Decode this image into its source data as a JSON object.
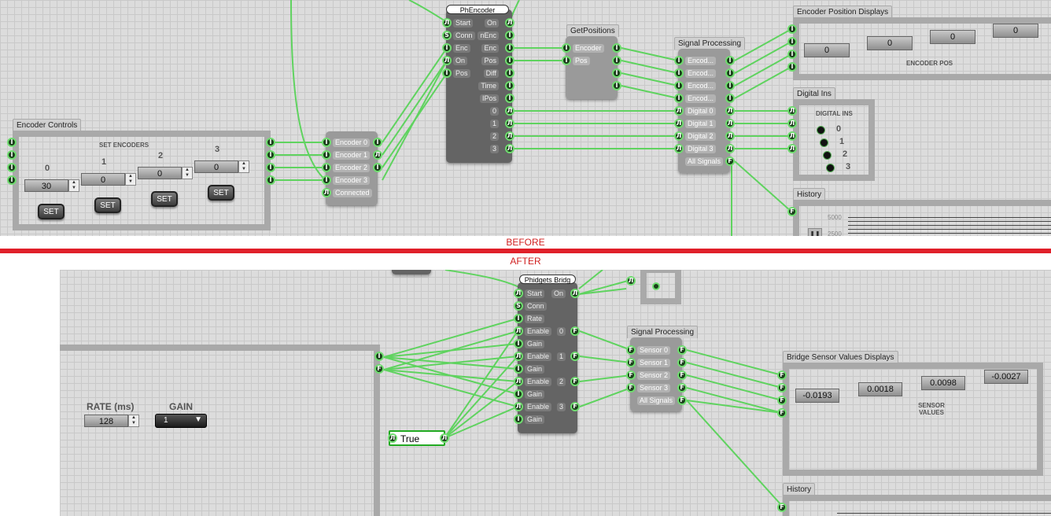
{
  "banner": {
    "before": "BEFORE",
    "after": "AFTER"
  },
  "top": {
    "encoder_controls": {
      "tab": "Encoder Controls",
      "heading": "SET ENCODERS",
      "columns": [
        {
          "label": "0",
          "value": "30",
          "button": "SET"
        },
        {
          "label": "1",
          "value": "0",
          "button": "SET"
        },
        {
          "label": "2",
          "value": "0",
          "button": "SET"
        },
        {
          "label": "3",
          "value": "0",
          "button": "SET"
        }
      ]
    },
    "hub_ports": [
      "Encoder 0",
      "Encoder 1",
      "Encoder 2",
      "Encoder 3",
      "Connected"
    ],
    "phencoder": {
      "title": "PhEncoder",
      "inputs": [
        "Start",
        "Conn",
        "Enc",
        "On",
        "Pos"
      ],
      "outputs": [
        "On",
        "nEnc",
        "Enc",
        "Pos",
        "Diff",
        "Time",
        "IPos",
        "0",
        "1",
        "2",
        "3"
      ]
    },
    "get_positions": {
      "tab": "GetPositions",
      "ports": [
        "Encoder",
        "Pos"
      ]
    },
    "signal_processing": {
      "tab": "Signal Processing",
      "ports": [
        "Encod...",
        "Encod...",
        "Encod...",
        "Encod...",
        "Digital 0",
        "Digital 1",
        "Digital 2",
        "Digital 3",
        "All Signals"
      ]
    },
    "encoder_displays": {
      "tab": "Encoder Position Displays",
      "values": [
        "0",
        "0",
        "0",
        "0"
      ],
      "caption": "ENCODER POS"
    },
    "digital_ins": {
      "tab": "Digital Ins",
      "caption": "DIGITAL INS",
      "items": [
        "0",
        "1",
        "2",
        "3"
      ]
    },
    "history": {
      "tab": "History",
      "ticks": [
        "5000",
        "2500"
      ]
    }
  },
  "bottom": {
    "rate": {
      "label": "RATE (ms)",
      "value": "128"
    },
    "gain": {
      "label": "GAIN",
      "value": "1"
    },
    "bool_node": {
      "value": "True"
    },
    "bridge": {
      "title": "Phidgets Bridg",
      "inputs": [
        "Start",
        "Conn",
        "Rate",
        "Enable",
        "Gain",
        "Enable",
        "Gain",
        "Enable",
        "Gain",
        "Enable",
        "Gain"
      ],
      "outputs": [
        "On",
        "0",
        "1",
        "2",
        "3"
      ]
    },
    "signal_processing": {
      "tab": "Signal Processing",
      "ports": [
        "Sensor 0",
        "Sensor 1",
        "Sensor 2",
        "Sensor 3",
        "All Signals"
      ]
    },
    "bridge_displays": {
      "tab": "Bridge Sensor Values Displays",
      "values": [
        "-0.0193",
        "0.0018",
        "0.0098",
        "-0.0027"
      ],
      "caption": "SENSOR VALUES"
    },
    "history": {
      "tab": "History"
    }
  },
  "colors": {
    "wire": "#5fd35f",
    "port_ring": "#6fdc6f",
    "banner": "#e0202a"
  }
}
